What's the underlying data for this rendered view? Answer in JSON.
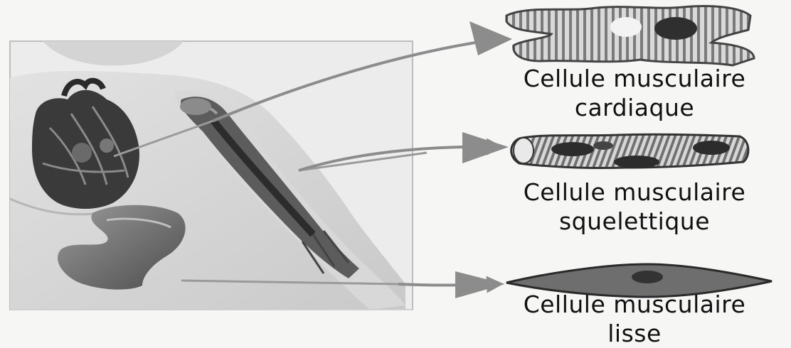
{
  "labels": {
    "cardiac": {
      "line1": "Cellule musculaire",
      "line2": "cardiaque"
    },
    "skeletal": {
      "line1": "Cellule musculaire",
      "line2": "squelettique"
    },
    "smooth": {
      "line1": "Cellule musculaire",
      "line2": "lisse"
    }
  }
}
